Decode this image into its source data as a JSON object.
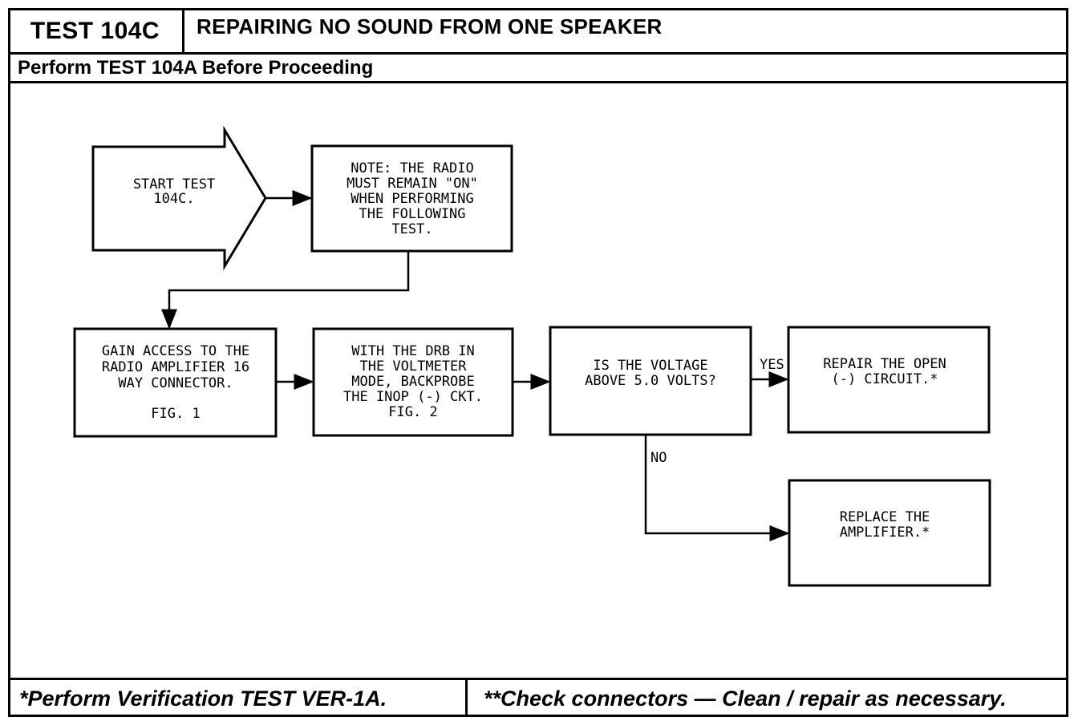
{
  "header": {
    "test_id": "TEST 104C",
    "title": "REPAIRING NO SOUND FROM ONE SPEAKER",
    "prerequisite": "Perform TEST 104A Before Proceeding"
  },
  "flowchart": {
    "start": [
      "START TEST",
      "104C."
    ],
    "note": [
      "NOTE: THE RADIO",
      "MUST REMAIN \"ON\"",
      "WHEN PERFORMING",
      "THE FOLLOWING",
      "TEST."
    ],
    "gain_access": [
      "GAIN ACCESS TO THE",
      "RADIO AMPLIFIER 16",
      "WAY CONNECTOR.",
      "",
      "FIG. 1"
    ],
    "backprobe": [
      "WITH THE DRB IN",
      "THE VOLTMETER",
      "MODE, BACKPROBE",
      "THE INOP (-) CKT.",
      "FIG. 2"
    ],
    "decision": [
      "IS THE VOLTAGE",
      "ABOVE 5.0 VOLTS?"
    ],
    "yes_label": "YES",
    "no_label": "NO",
    "repair_open": [
      "REPAIR THE OPEN",
      "(-) CIRCUIT.*"
    ],
    "replace_amp": [
      "REPLACE THE",
      "AMPLIFIER.*"
    ]
  },
  "footer": {
    "left_note": "*Perform Verification TEST VER-1A.",
    "right_note": "**Check connectors — Clean / repair as necessary."
  }
}
